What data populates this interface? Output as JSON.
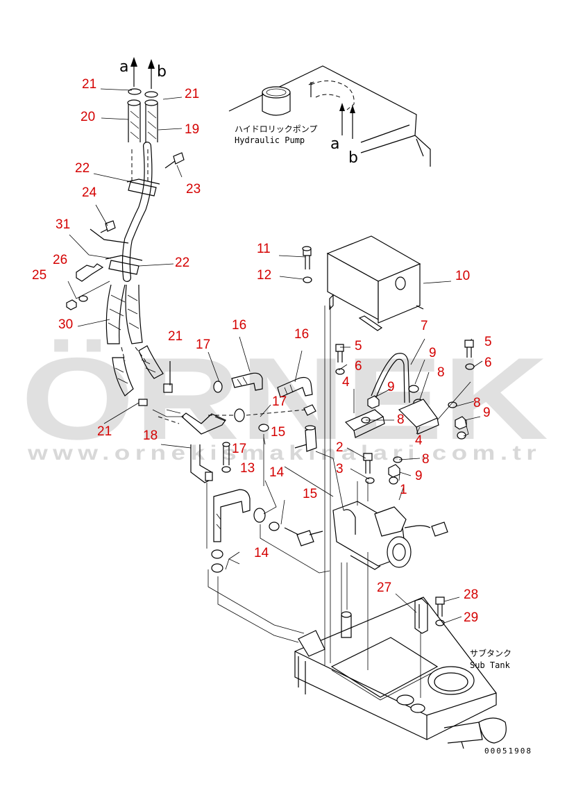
{
  "labels": {
    "hydraulic_pump_jp": "ハイドロリックポンプ",
    "hydraulic_pump_en": "Hydraulic Pump",
    "sub_tank_jp": "サブタンク",
    "sub_tank_en": "Sub Tank",
    "arrow_a": "a",
    "arrow_b": "b",
    "drawing_code": "00051908"
  },
  "watermark": {
    "brand": "ÖRNEK",
    "url": "www.ornekismakinalari.com.tr"
  },
  "callouts": {
    "c21_a": "21",
    "c21_b": "21",
    "c20": "20",
    "c19": "19",
    "c22_a": "22",
    "c23": "23",
    "c24": "24",
    "c31": "31",
    "c22_b": "22",
    "c26": "26",
    "c25": "25",
    "c30": "30",
    "c21_c": "21",
    "c17_a": "17",
    "c16_a": "16",
    "c16_b": "16",
    "c17_b": "17",
    "c21_d": "21",
    "c18": "18",
    "c17_c": "17",
    "c15_a": "15",
    "c13": "13",
    "c14_a": "14",
    "c15_b": "15",
    "c14_b": "14",
    "c11": "11",
    "c12": "12",
    "c10": "10",
    "c7": "7",
    "c5_a": "5",
    "c6_a": "6",
    "c5_b": "5",
    "c6_b": "6",
    "c4_a": "4",
    "c9_a": "9",
    "c9_b": "9",
    "c8_a": "8",
    "c8_b": "8",
    "c8_c": "8",
    "c8_d": "8",
    "c9_c": "9",
    "c4_b": "4",
    "c2": "2",
    "c3": "3",
    "c9_d": "9",
    "c1": "1",
    "c27": "27",
    "c28": "28",
    "c29": "29"
  }
}
